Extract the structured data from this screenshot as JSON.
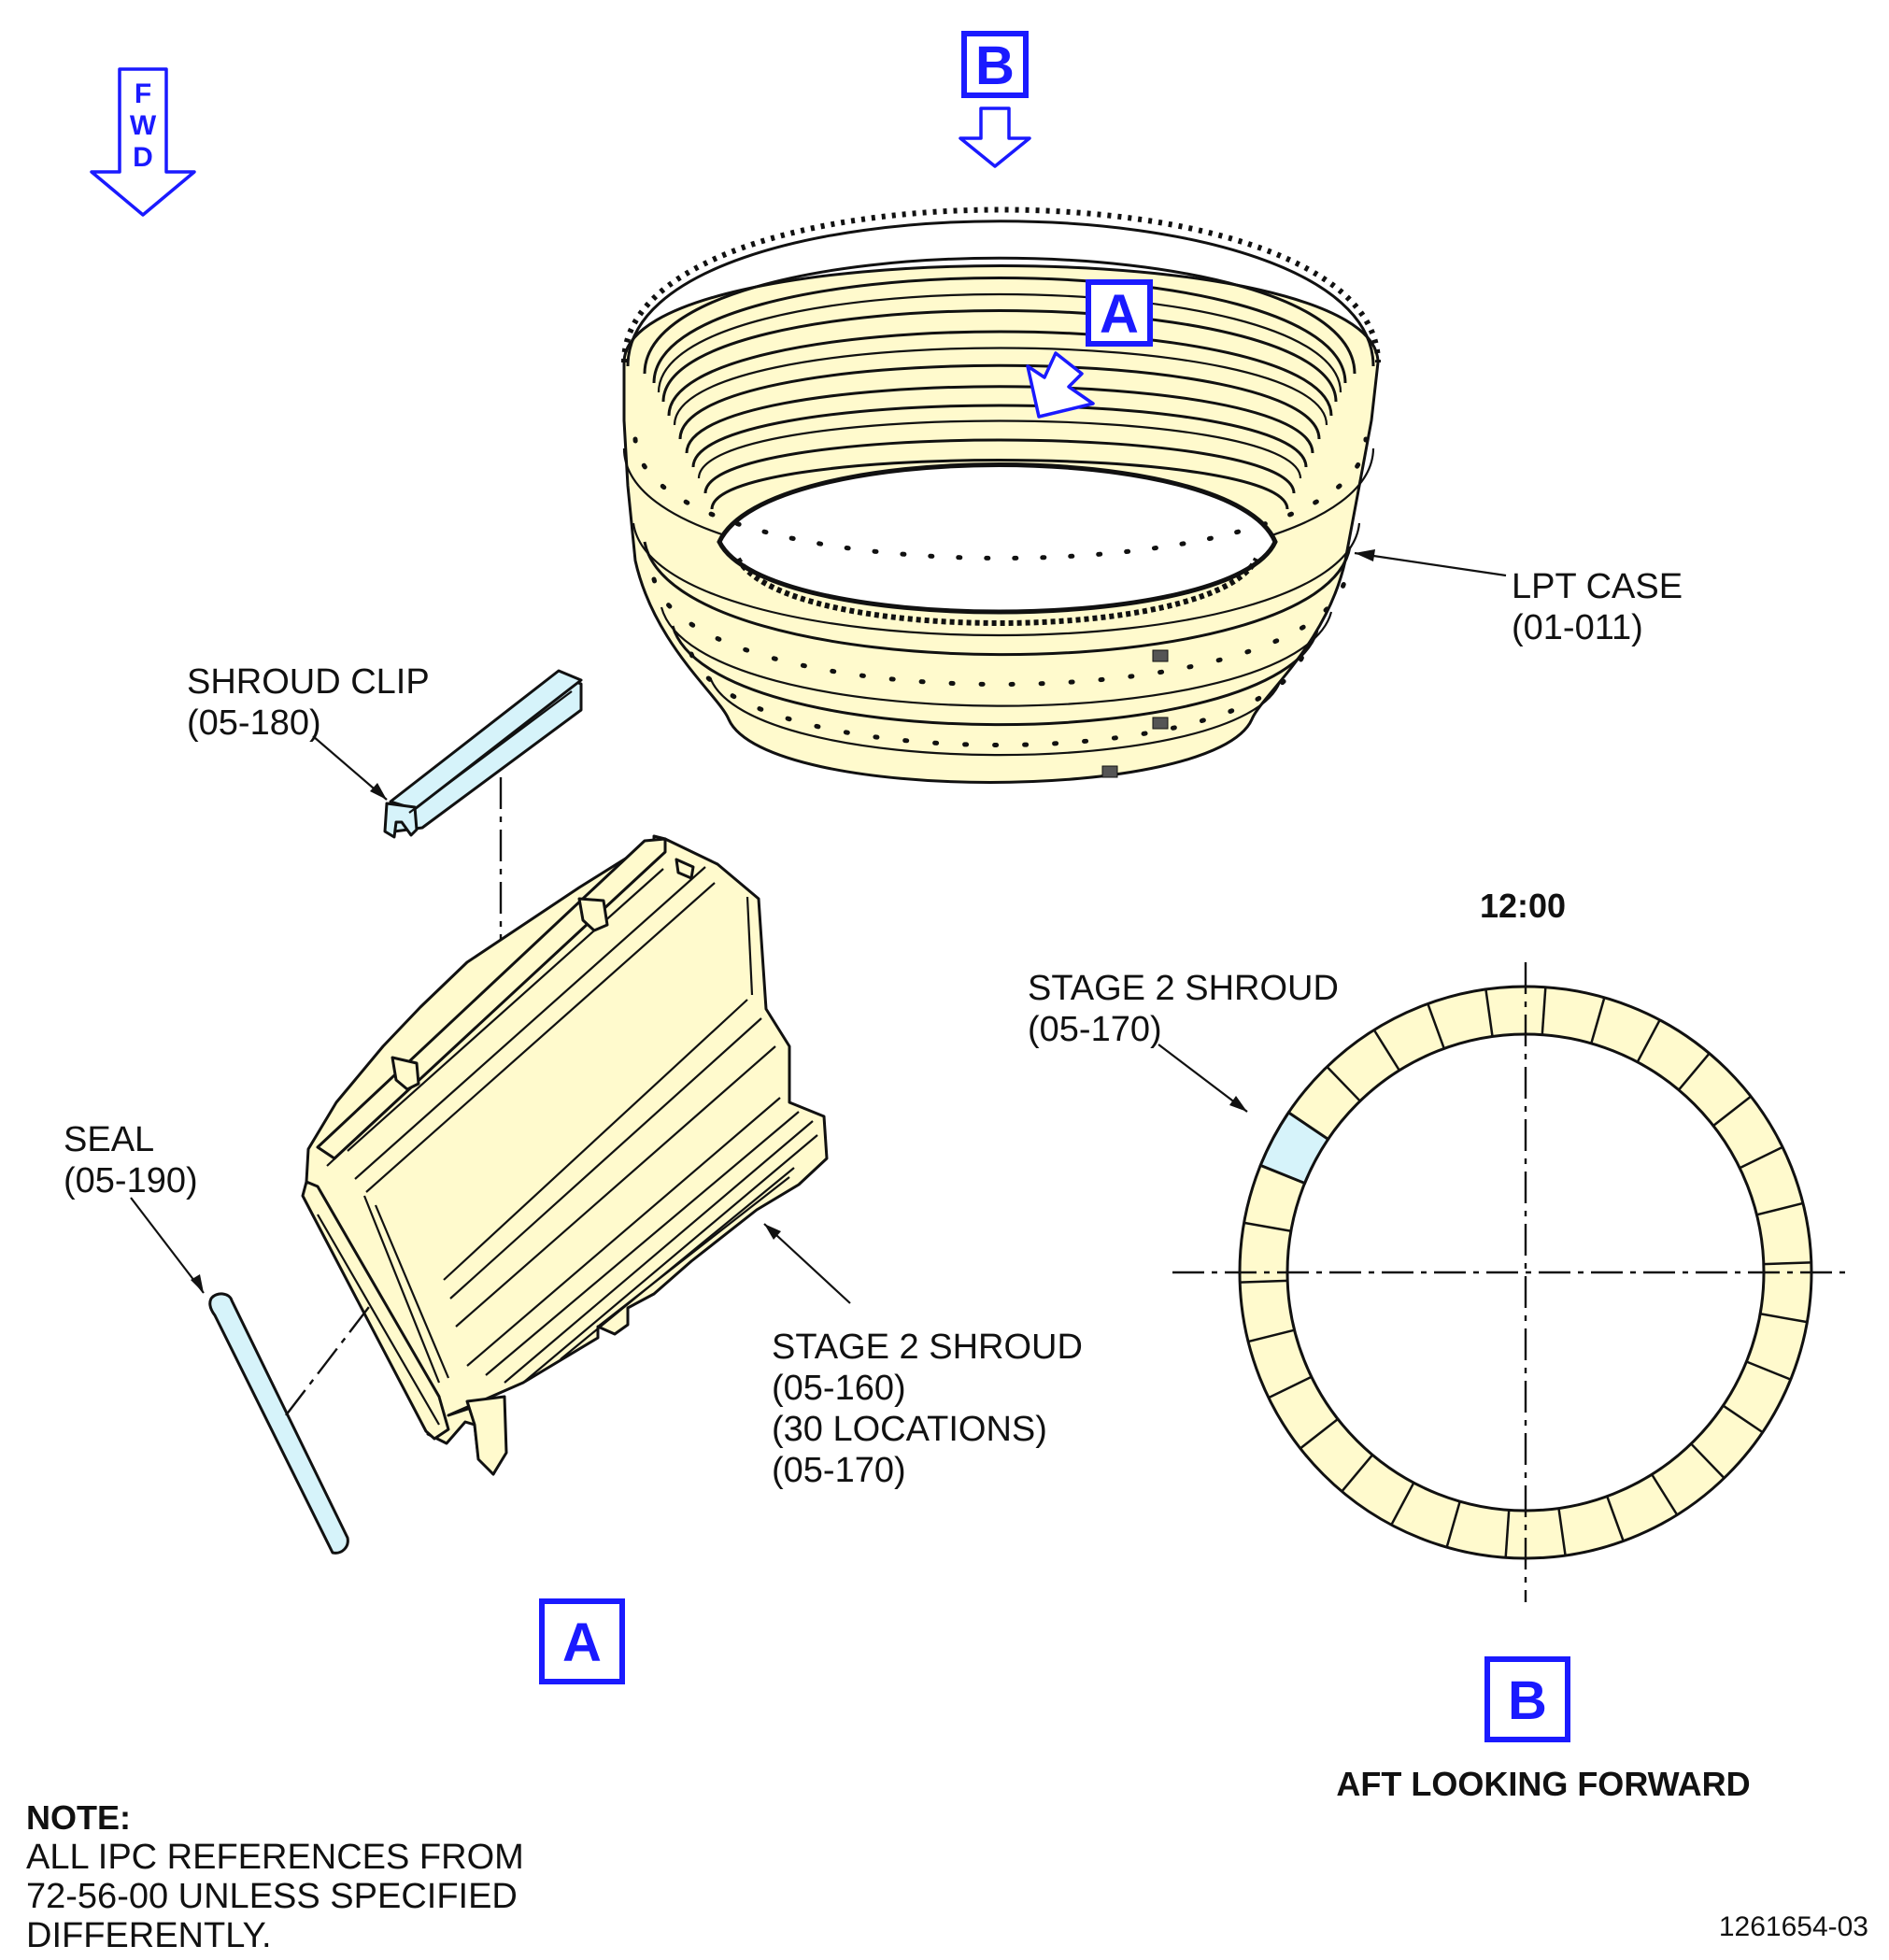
{
  "fwd_indicator": {
    "letters": [
      "F",
      "W",
      "D"
    ]
  },
  "view_markers": {
    "a_top": "A",
    "b_top": "B",
    "a_bottom": "A",
    "b_bottom": "B"
  },
  "callouts": {
    "lpt_case": {
      "line1": "LPT CASE",
      "line2": "(01-011)"
    },
    "shroud_clip": {
      "line1": "SHROUD CLIP",
      "line2": "(05-180)"
    },
    "seal": {
      "line1": "SEAL",
      "line2": "(05-190)"
    },
    "stage2_shroud_main": {
      "line1": "STAGE 2 SHROUD",
      "line2": "(05-160)",
      "line3": "(30 LOCATIONS)",
      "line4": "(05-170)"
    },
    "stage2_shroud_ring": {
      "line1": "STAGE 2 SHROUD",
      "line2": "(05-170)"
    }
  },
  "ring_view": {
    "clock": "12:00",
    "caption": "AFT LOOKING FORWARD",
    "segments": 30
  },
  "note": {
    "title": "NOTE:",
    "lines": [
      "ALL IPC REFERENCES FROM",
      "72-56-00 UNLESS SPECIFIED",
      "DIFFERENTLY."
    ]
  },
  "figure_id": "1261654-03",
  "colors": {
    "part_fill": "#fffacd",
    "highlight_fill": "#d6f3fa",
    "view_blue": "#1a1aff"
  }
}
